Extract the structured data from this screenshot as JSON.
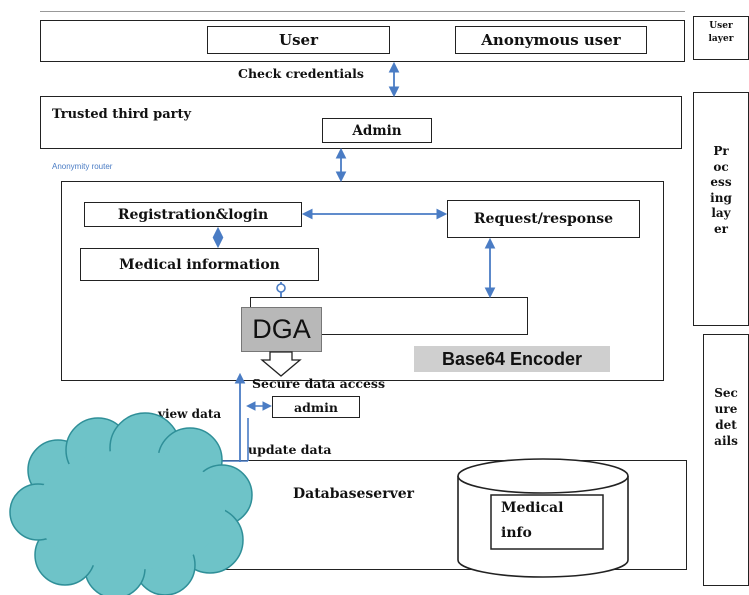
{
  "user_layer": {
    "user": "User",
    "anonymous_user": "Anonymous user",
    "side_label": "User layer",
    "check_credentials": "Check credentials"
  },
  "trusted_party": {
    "title": "Trusted third party",
    "admin": "Admin",
    "anonymity_router": "Anonymity router"
  },
  "processing": {
    "registration": "Registration&login",
    "request_response": "Request/response",
    "medical_information": "Medical information",
    "dga": "DGA",
    "base64": "Base64 Encoder",
    "side_label_lines": [
      "Pr",
      "oc",
      "ess",
      "ing",
      "lay",
      "er"
    ]
  },
  "access": {
    "secure_data_access": "Secure data access",
    "admin": "admin",
    "view_data": "view data",
    "update_data": "update data"
  },
  "database": {
    "server": "Databaseserver",
    "medical": "Medical",
    "info": "info"
  },
  "secure_details": {
    "lines": [
      "Sec",
      "ure",
      "det",
      "ails"
    ]
  },
  "colors": {
    "arrow": "#4a7cc4",
    "cloud": "#6ec3c8",
    "cloud_edge": "#2f8f98",
    "router_text": "#4a7cc4",
    "dga_bg": "#b8b8b8",
    "base64_bg": "#cfcfcf"
  }
}
